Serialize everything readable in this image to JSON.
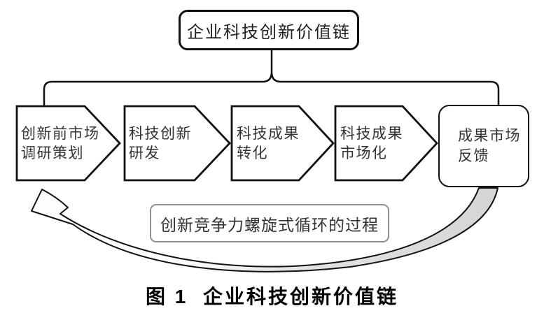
{
  "title_box": {
    "label": "企业科技创新价值链"
  },
  "chain": [
    {
      "line1": "创新前市场",
      "line2": "调研策划"
    },
    {
      "line1": "科技创新",
      "line2": "研发"
    },
    {
      "line1": "科技成果",
      "line2": "转化"
    },
    {
      "line1": "科技成果",
      "line2": "市场化"
    },
    {
      "line1": "成果市场",
      "line2": "反馈"
    }
  ],
  "cycle_label": "创新竞争力螺旋式循环的过程",
  "caption": "图 1  企业科技创新价值链",
  "icons": {
    "brace_connector": "brace-connector",
    "feedback_arrow": "curved-feedback-arrow"
  },
  "colors": {
    "stroke": "#111111",
    "shape_fill": "#ffffff",
    "arrow_tail_fill": "#d5d5d5",
    "cycle_border": "#8f8f8f",
    "text": "#333333"
  }
}
